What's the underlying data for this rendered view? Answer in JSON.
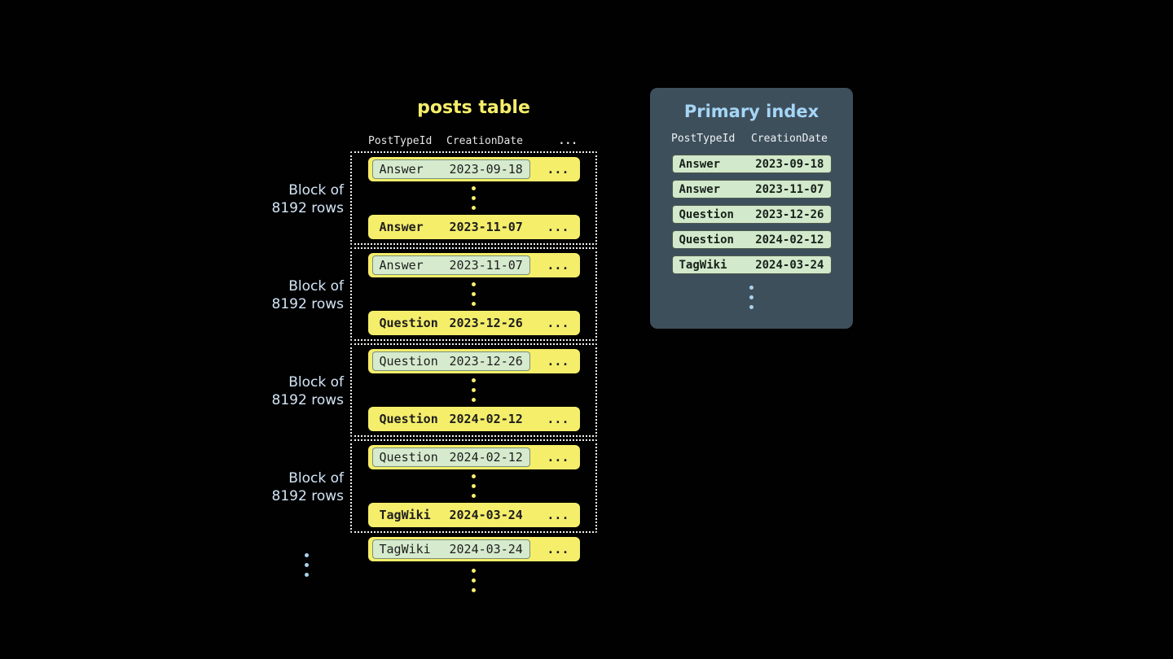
{
  "colors": {
    "background": "#010101",
    "row_yellow": "#f5ee6b",
    "mint_green": "#d6ebce",
    "panel_slate": "#3e4f5c",
    "title_yellow": "#f5ee6a",
    "title_blue": "#a5d6f6",
    "label_blue": "#d3e5f6"
  },
  "posts_table": {
    "title": "posts table",
    "headers": [
      "PostTypeId",
      "CreationDate",
      "..."
    ],
    "ellipsis": "...",
    "blocks": [
      {
        "label1": "Block of",
        "label2": "8192 rows",
        "first": {
          "type": "Answer",
          "date": "2023-09-18"
        },
        "last": {
          "type": "Answer",
          "date": "2023-11-07"
        }
      },
      {
        "label1": "Block of",
        "label2": "8192 rows",
        "first": {
          "type": "Answer",
          "date": "2023-11-07"
        },
        "last": {
          "type": "Question",
          "date": "2023-12-26"
        }
      },
      {
        "label1": "Block of",
        "label2": "8192 rows",
        "first": {
          "type": "Question",
          "date": "2023-12-26"
        },
        "last": {
          "type": "Question",
          "date": "2024-02-12"
        }
      },
      {
        "label1": "Block of",
        "label2": "8192 rows",
        "first": {
          "type": "Question",
          "date": "2024-02-12"
        },
        "last": {
          "type": "TagWiki",
          "date": "2024-03-24"
        }
      }
    ],
    "overflow": {
      "type": "TagWiki",
      "date": "2024-03-24"
    }
  },
  "primary_index": {
    "title": "Primary index",
    "headers": [
      "PostTypeId",
      "CreationDate"
    ],
    "rows": [
      {
        "type": "Answer",
        "date": "2023-09-18"
      },
      {
        "type": "Answer",
        "date": "2023-11-07"
      },
      {
        "type": "Question",
        "date": "2023-12-26"
      },
      {
        "type": "Question",
        "date": "2024-02-12"
      },
      {
        "type": "TagWiki",
        "date": "2024-03-24"
      }
    ]
  }
}
